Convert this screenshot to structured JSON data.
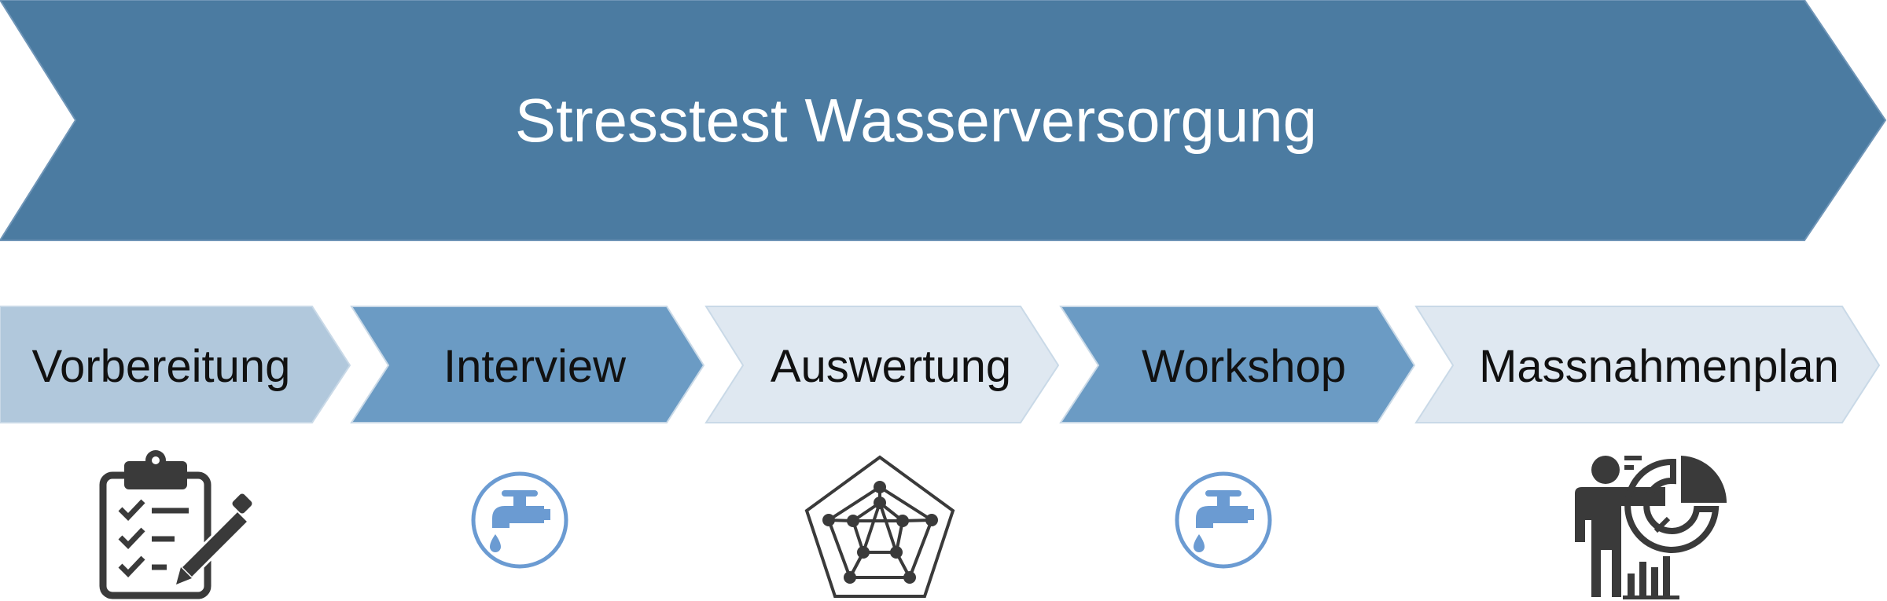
{
  "banner": {
    "title": "Stresstest Wasserversorgung",
    "color": "#4b7ba1"
  },
  "steps": [
    {
      "label": "Vorbereitung",
      "fill": "#b1c8dc",
      "icon": "clipboard-checklist-icon"
    },
    {
      "label": "Interview",
      "fill": "#6b9bc4",
      "icon": "water-tap-icon"
    },
    {
      "label": "Auswertung",
      "fill": "#dfe8f1",
      "icon": "radar-network-icon"
    },
    {
      "label": "Workshop",
      "fill": "#6b9bc4",
      "icon": "water-tap-icon"
    },
    {
      "label": "Massnahmenplan",
      "fill": "#dfe8f1",
      "icon": "presenter-chart-icon"
    }
  ],
  "colors": {
    "step_border": "#c9d9e7",
    "icon_dark": "#3a3a3a",
    "icon_blue": "#6b9bd2"
  }
}
